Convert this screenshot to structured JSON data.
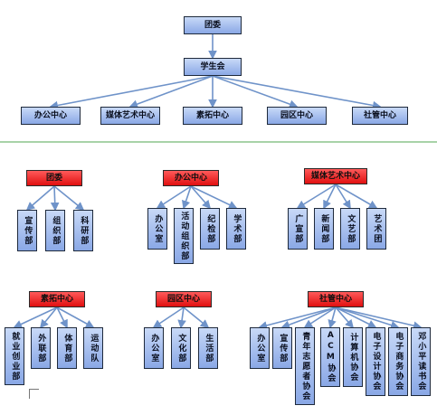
{
  "top": {
    "root": "团委",
    "mid": "学生会",
    "children": [
      "办公中心",
      "媒体艺术中心",
      "素拓中心",
      "园区中心",
      "社管中心"
    ]
  },
  "groups": [
    {
      "head": "团委",
      "members": [
        "宣传部",
        "组织部",
        "科研部"
      ]
    },
    {
      "head": "办公中心",
      "members": [
        "办公室",
        "活动组织部",
        "纪检部",
        "学术部"
      ]
    },
    {
      "head": "媒体艺术中心",
      "members": [
        "广宣部",
        "新闻部",
        "文艺部",
        "艺术团"
      ]
    },
    {
      "head": "素拓中心",
      "members": [
        "就业创业部",
        "外联部",
        "体育部",
        "运动队"
      ]
    },
    {
      "head": "园区中心",
      "members": [
        "办公室",
        "文化部",
        "生活部"
      ]
    },
    {
      "head": "社管中心",
      "members": [
        "办公室",
        "宣传部",
        "青年志愿者协会",
        "ACM协会",
        "计算机协会",
        "电子设计协会",
        "电子商务协会",
        "邓小平读书会"
      ]
    }
  ],
  "colors": {
    "node_fill": "#a9c2f0",
    "head_fill": "#f01e1e",
    "line": "#6f93c9",
    "divider": "#a8d3a8"
  }
}
